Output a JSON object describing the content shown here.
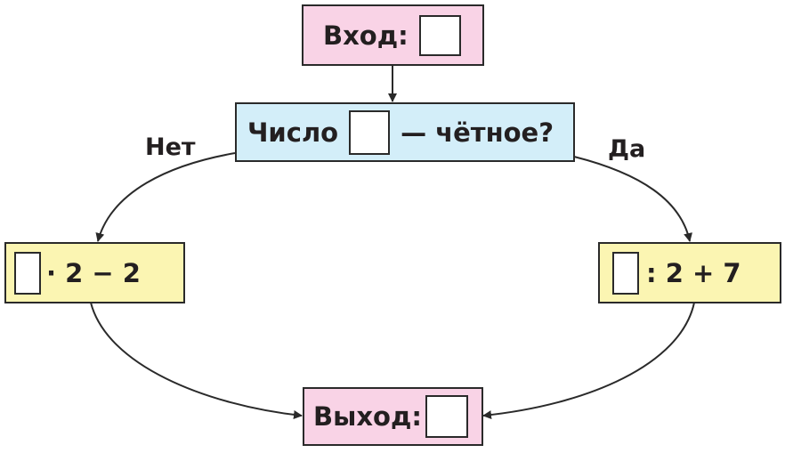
{
  "input_block": {
    "label": "Вход:"
  },
  "decision_block": {
    "prefix": "Число",
    "suffix": "— чётное?"
  },
  "branch_no": {
    "label": "Нет",
    "expression": "· 2 − 2"
  },
  "branch_yes": {
    "label": "Да",
    "expression": ": 2 + 7"
  },
  "output_block": {
    "label": "Выход:"
  },
  "colors": {
    "input_output": "#f9d3e6",
    "decision": "#d3eef9",
    "operation": "#fbf5b2",
    "stroke": "#2a2a2a"
  }
}
